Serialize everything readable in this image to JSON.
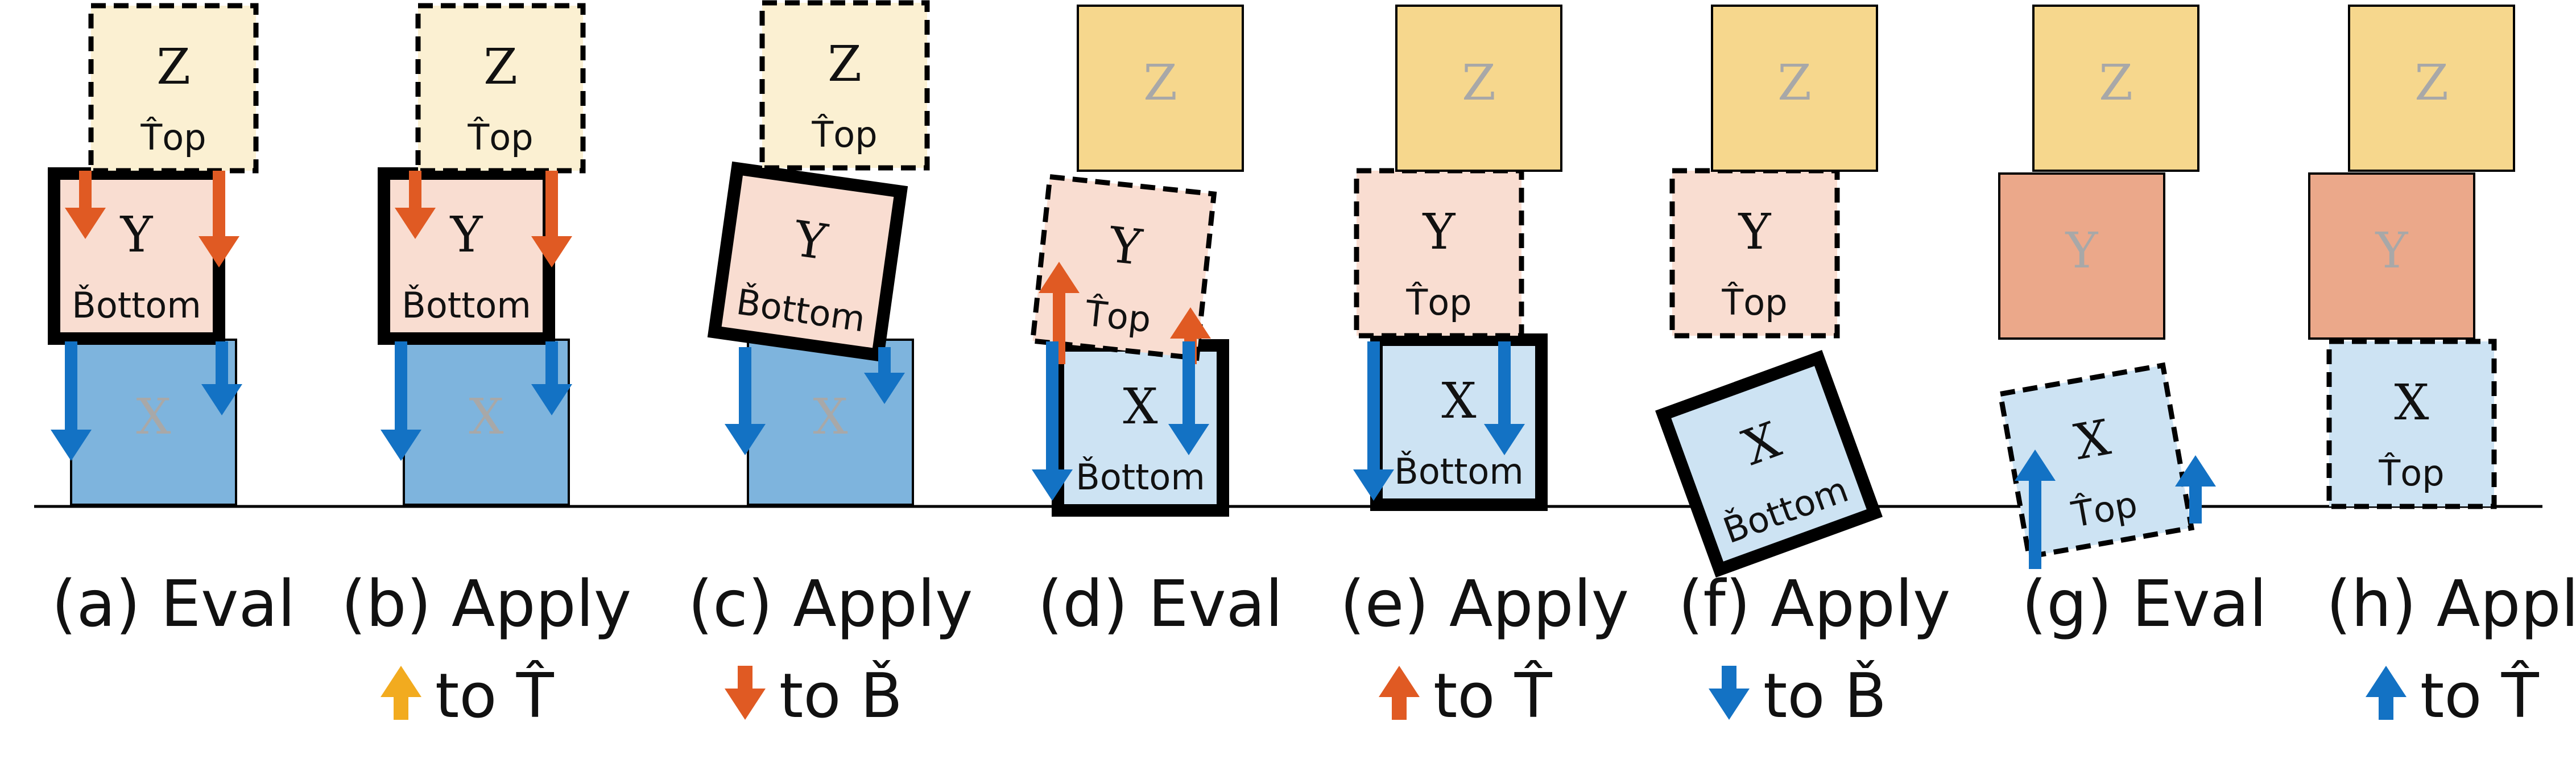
{
  "colors": {
    "z_light": "#fbf0d2",
    "z_dark": "#f6d78d",
    "y_light": "#f9ddd1",
    "y_dark": "#eba88a",
    "x_light": "#cde3f3",
    "x_dark": "#7eb4dd",
    "arrow_red": "#e05a23",
    "arrow_blue": "#1372c4",
    "arrow_yellow": "#f2ab1f",
    "faded_text": "#a8a8a8",
    "ink": "#111111"
  },
  "panels": [
    {
      "id": "a",
      "caption": "(a) Eval",
      "apply": null,
      "blocks": {
        "z": {
          "letter": "Z",
          "sub": "T̂op",
          "style": "dashed",
          "fill": "z_light",
          "faded": false
        },
        "y": {
          "letter": "Y",
          "sub": "B̌ottom",
          "style": "thick",
          "fill": "y_light",
          "faded": false
        },
        "x": {
          "letter": "X",
          "sub": "",
          "style": "thin",
          "fill": "x_dark",
          "faded": true
        }
      },
      "arrows": [
        {
          "name": "force-on-y-left",
          "dir": "down",
          "color": "arrow_red"
        },
        {
          "name": "force-on-y-right",
          "dir": "down",
          "color": "arrow_red"
        },
        {
          "name": "force-on-x-left",
          "dir": "down",
          "color": "arrow_blue"
        },
        {
          "name": "force-on-x-right",
          "dir": "down",
          "color": "arrow_blue"
        }
      ]
    },
    {
      "id": "b",
      "caption": "(b) Apply",
      "apply": {
        "arrow_color": "arrow_yellow",
        "arrow_dir": "up",
        "text": "to T̂"
      },
      "blocks": {
        "z": {
          "letter": "Z",
          "sub": "T̂op",
          "style": "dashed",
          "fill": "z_light",
          "faded": false
        },
        "y": {
          "letter": "Y",
          "sub": "B̌ottom",
          "style": "thick",
          "fill": "y_light",
          "faded": false
        },
        "x": {
          "letter": "X",
          "sub": "",
          "style": "thin",
          "fill": "x_dark",
          "faded": true
        }
      },
      "arrows": [
        {
          "name": "force-on-y-left",
          "dir": "down",
          "color": "arrow_red"
        },
        {
          "name": "force-on-y-right",
          "dir": "down",
          "color": "arrow_red"
        },
        {
          "name": "force-on-x-left",
          "dir": "down",
          "color": "arrow_blue"
        },
        {
          "name": "force-on-x-right",
          "dir": "down",
          "color": "arrow_blue"
        }
      ]
    },
    {
      "id": "c",
      "caption": "(c) Apply",
      "apply": {
        "arrow_color": "arrow_red",
        "arrow_dir": "down",
        "text": "to B̌"
      },
      "blocks": {
        "z": {
          "letter": "Z",
          "sub": "T̂op",
          "style": "dashed",
          "fill": "z_light",
          "faded": false
        },
        "y": {
          "letter": "Y",
          "sub": "B̌ottom",
          "style": "thick",
          "fill": "y_light",
          "faded": false
        },
        "x": {
          "letter": "X",
          "sub": "",
          "style": "thin",
          "fill": "x_dark",
          "faded": true
        }
      },
      "arrows": [
        {
          "name": "force-on-x-left",
          "dir": "down",
          "color": "arrow_blue"
        },
        {
          "name": "force-on-x-right",
          "dir": "down",
          "color": "arrow_blue"
        }
      ]
    },
    {
      "id": "d",
      "caption": "(d) Eval",
      "apply": null,
      "blocks": {
        "z": {
          "letter": "Z",
          "sub": "",
          "style": "thin",
          "fill": "z_dark",
          "faded": true
        },
        "y": {
          "letter": "Y",
          "sub": "T̂op",
          "style": "dashed",
          "fill": "y_light",
          "faded": false
        },
        "x": {
          "letter": "X",
          "sub": "B̌ottom",
          "style": "thick",
          "fill": "x_light",
          "faded": false
        }
      },
      "arrows": [
        {
          "name": "force-on-y-left",
          "dir": "up",
          "color": "arrow_red"
        },
        {
          "name": "force-on-y-right",
          "dir": "up",
          "color": "arrow_red"
        },
        {
          "name": "force-on-x-left",
          "dir": "down",
          "color": "arrow_blue"
        },
        {
          "name": "force-on-x-right",
          "dir": "down",
          "color": "arrow_blue"
        }
      ]
    },
    {
      "id": "e",
      "caption": "(e) Apply",
      "apply": {
        "arrow_color": "arrow_red",
        "arrow_dir": "up",
        "text": "to T̂"
      },
      "blocks": {
        "z": {
          "letter": "Z",
          "sub": "",
          "style": "thin",
          "fill": "z_dark",
          "faded": true
        },
        "y": {
          "letter": "Y",
          "sub": "T̂op",
          "style": "dashed",
          "fill": "y_light",
          "faded": false
        },
        "x": {
          "letter": "X",
          "sub": "B̌ottom",
          "style": "thick",
          "fill": "x_light",
          "faded": false
        }
      },
      "arrows": [
        {
          "name": "force-on-x-left",
          "dir": "down",
          "color": "arrow_blue"
        },
        {
          "name": "force-on-x-right",
          "dir": "down",
          "color": "arrow_blue"
        }
      ]
    },
    {
      "id": "f",
      "caption": "(f) Apply",
      "apply": {
        "arrow_color": "arrow_blue",
        "arrow_dir": "down",
        "text": "to B̌"
      },
      "blocks": {
        "z": {
          "letter": "Z",
          "sub": "",
          "style": "thin",
          "fill": "z_dark",
          "faded": true
        },
        "y": {
          "letter": "Y",
          "sub": "T̂op",
          "style": "dashed",
          "fill": "y_light",
          "faded": false
        },
        "x": {
          "letter": "X",
          "sub": "B̌ottom",
          "style": "thick",
          "fill": "x_light",
          "faded": false
        }
      },
      "arrows": []
    },
    {
      "id": "g",
      "caption": "(g) Eval",
      "apply": null,
      "blocks": {
        "z": {
          "letter": "Z",
          "sub": "",
          "style": "thin",
          "fill": "z_dark",
          "faded": true
        },
        "y": {
          "letter": "Y",
          "sub": "",
          "style": "thin",
          "fill": "y_dark",
          "faded": true
        },
        "x": {
          "letter": "X",
          "sub": "T̂op",
          "style": "dashed",
          "fill": "x_light",
          "faded": false
        }
      },
      "arrows": [
        {
          "name": "force-on-x-left",
          "dir": "up",
          "color": "arrow_blue"
        },
        {
          "name": "force-on-x-right",
          "dir": "up",
          "color": "arrow_blue"
        }
      ]
    },
    {
      "id": "h",
      "caption": "(h) Apply",
      "apply": {
        "arrow_color": "arrow_blue",
        "arrow_dir": "up",
        "text": "to T̂"
      },
      "blocks": {
        "z": {
          "letter": "Z",
          "sub": "",
          "style": "thin",
          "fill": "z_dark",
          "faded": true
        },
        "y": {
          "letter": "Y",
          "sub": "",
          "style": "thin",
          "fill": "y_dark",
          "faded": true
        },
        "x": {
          "letter": "X",
          "sub": "T̂op",
          "style": "dashed",
          "fill": "x_light",
          "faded": false
        }
      },
      "arrows": []
    }
  ]
}
